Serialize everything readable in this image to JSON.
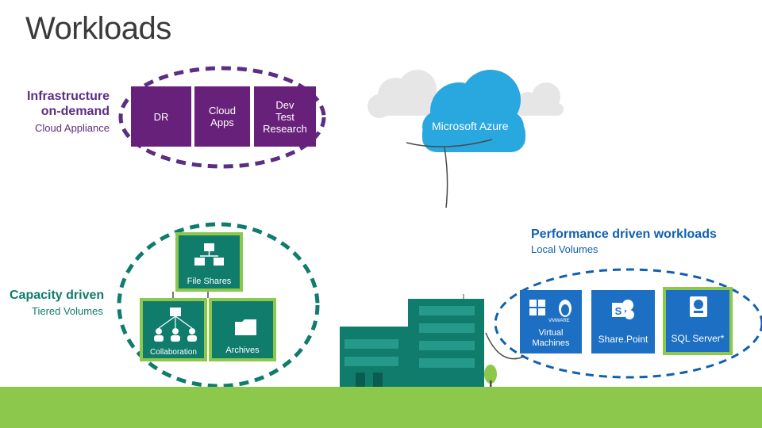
{
  "title": "Workloads",
  "infrastructure": {
    "heading": "Infrastructure\non-demand",
    "subheading": "Cloud Appliance",
    "tiles": [
      "DR",
      "Cloud\nApps",
      "Dev\nTest\nResearch"
    ]
  },
  "azure": {
    "label": "Microsoft Azure"
  },
  "performance": {
    "heading": "Performance driven workloads",
    "subheading": "Local Volumes",
    "tiles": [
      {
        "label": "Virtual\nMachines",
        "sublabel": "VMWARE"
      },
      {
        "label": "Share.Point"
      },
      {
        "label": "SQL Server*"
      }
    ]
  },
  "capacity": {
    "heading": "Capacity driven",
    "subheading": "Tiered Volumes",
    "tiles": [
      "File Shares",
      "Collaboration",
      "Archives"
    ]
  },
  "colors": {
    "purple": "#68217a",
    "teal": "#107c6c",
    "green": "#8cc84b",
    "blue": "#1d6fc4",
    "azure_cloud": "#29a8e0"
  }
}
